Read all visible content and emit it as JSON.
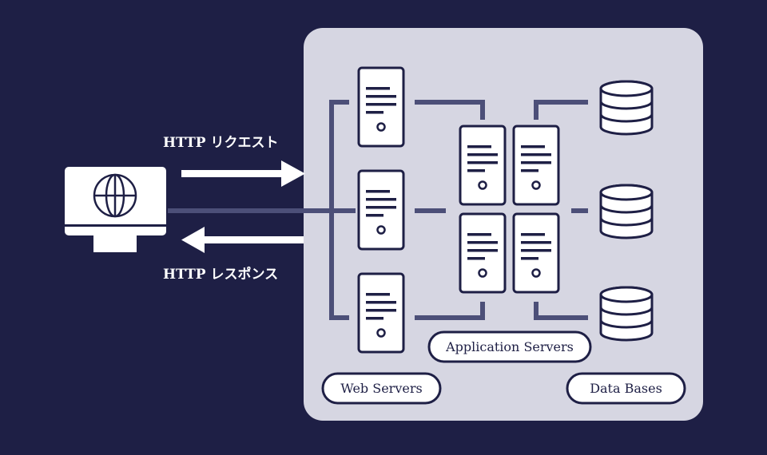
{
  "labels": {
    "request": "HTTP リクエスト",
    "response": "HTTP レスポンス",
    "web_servers": "Web Servers",
    "application_servers": "Application Servers",
    "data_bases": "Data Bases"
  },
  "colors": {
    "background": "#1e1f45",
    "panel": "#d6d6e2",
    "connector": "#4c4f78",
    "outline": "#1e1f45",
    "white": "#ffffff"
  },
  "icons": {
    "client": "globe-monitor-icon",
    "web_server": "server-tower-icon",
    "app_server": "server-tower-icon",
    "database": "database-cylinder-icon"
  }
}
